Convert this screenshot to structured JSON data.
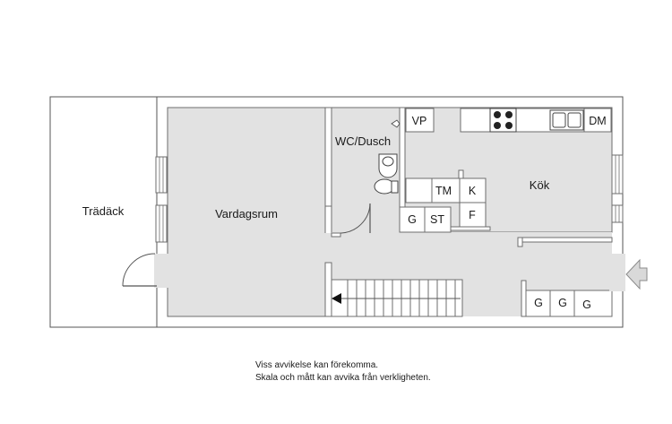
{
  "rooms": {
    "deck": "Trädäck",
    "living": "Vardagsrum",
    "bath": "WC/Dusch",
    "kitchen": "Kök"
  },
  "fixtures": {
    "vp": "VP",
    "dm": "DM",
    "tm": "TM",
    "k": "K",
    "f": "F",
    "g1": "G",
    "st": "ST",
    "g2": "G",
    "g3": "G",
    "g4": "G"
  },
  "disclaimer": {
    "line1": "Viss avvikelse kan förekomma.",
    "line2": "Skala och mått kan avvika från verkligheten."
  },
  "colors": {
    "floor": "#e2e2e2",
    "wall": "#6e6e6e",
    "deck": "#ffffff",
    "entrance_arrow": "#d9d9d9"
  }
}
